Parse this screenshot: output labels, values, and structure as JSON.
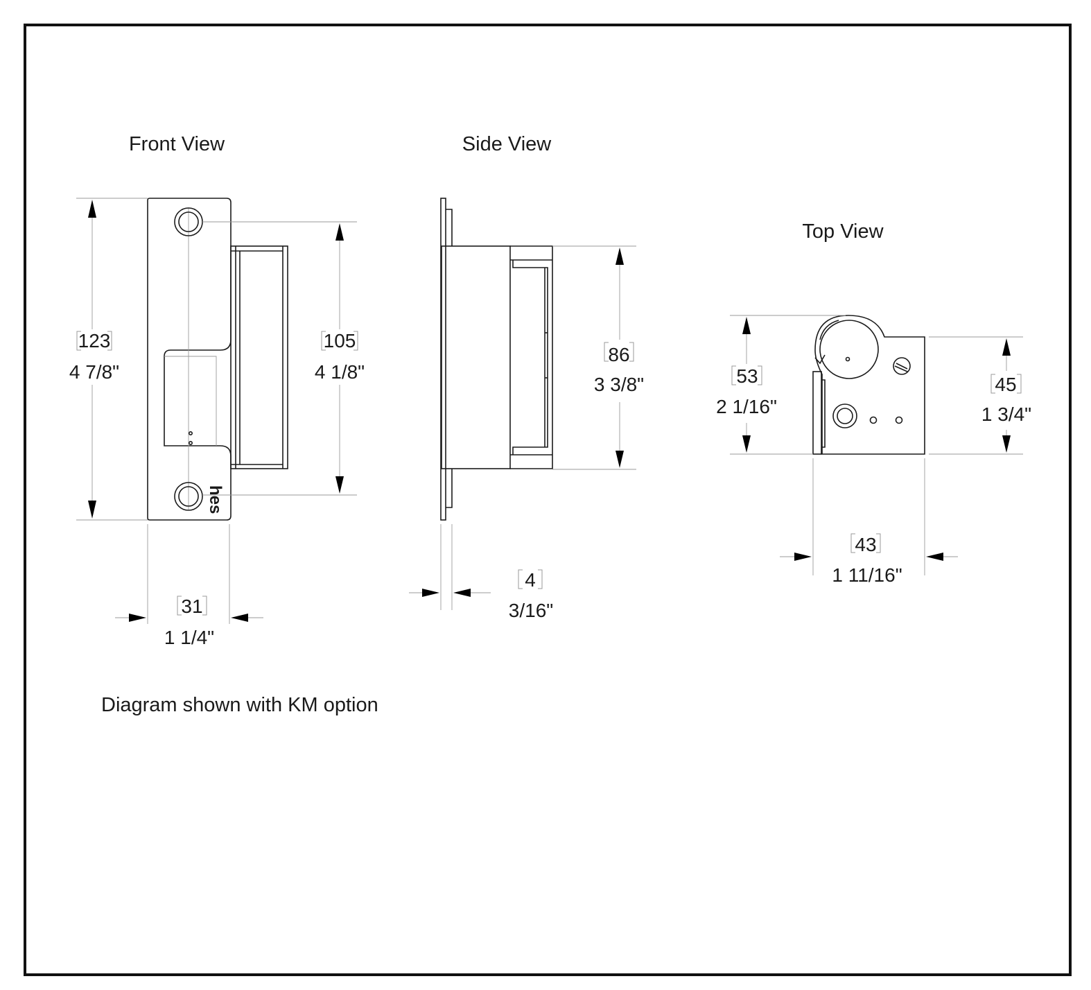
{
  "views": {
    "front_title": "Front View",
    "side_title": "Side View",
    "top_title": "Top View"
  },
  "dimensions": {
    "front_height": {
      "mm": "123",
      "in": "4 7/8\""
    },
    "front_keeper": {
      "mm": "105",
      "in": "4 1/8\""
    },
    "front_width": {
      "mm": "31",
      "in": "1 1/4\""
    },
    "side_body": {
      "mm": "86",
      "in": "3 3/8\""
    },
    "side_plate": {
      "mm": "4",
      "in": "3/16\""
    },
    "top_depth": {
      "mm": "53",
      "in": "2 1/16\""
    },
    "top_body": {
      "mm": "45",
      "in": "1 3/4\""
    },
    "top_width": {
      "mm": "43",
      "in": "1 11/16\""
    }
  },
  "logo_text": "hes",
  "note": "Diagram shown with KM option",
  "colors": {
    "line": "#1a1a1a",
    "dim_line": "#9a9a9a",
    "background": "#ffffff"
  }
}
